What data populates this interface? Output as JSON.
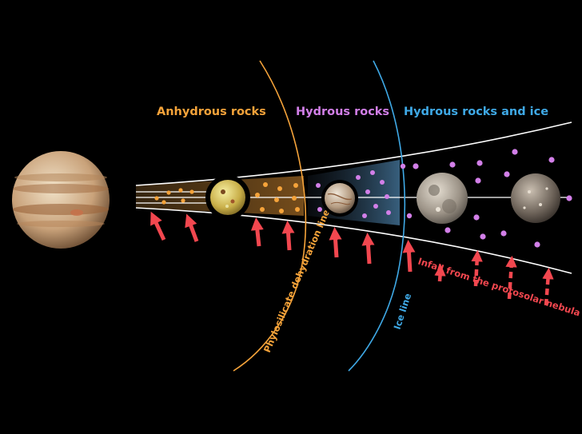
{
  "zones": {
    "anhydrous": "Anhydrous rocks",
    "hydrous": "Hydrous rocks",
    "hydrous_ice": "Hydrous rocks and ice"
  },
  "lines": {
    "dehydration": "Phylosilicate dehydration line",
    "ice": "Ice line"
  },
  "infall": "Infall from the protosolar nebula",
  "colors": {
    "background": "#000000",
    "anhydrous": "#f5a33a",
    "hydrous": "#d27fe8",
    "ice": "#3fa9e6",
    "arrow": "#f2474f",
    "disk_edge": "#ffffff"
  },
  "bodies": [
    "jupiter-icon",
    "io-icon",
    "europa-icon",
    "ganymede-icon",
    "callisto-icon"
  ]
}
